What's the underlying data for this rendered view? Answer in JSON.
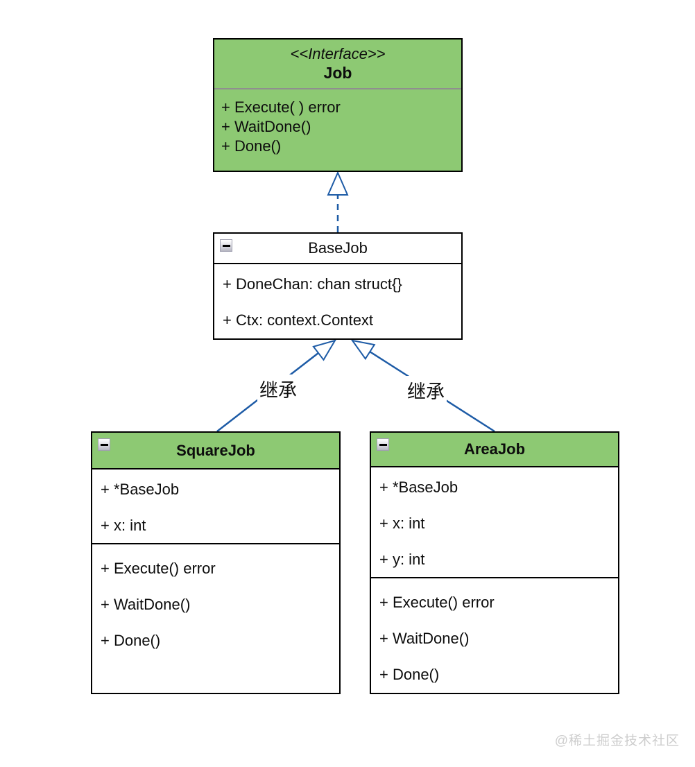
{
  "watermark": "@稀土掘金技术社区",
  "colors": {
    "class_fill_green": "#8dc973",
    "edge_blue": "#1d5ba6",
    "border_black": "#000000",
    "job_separator_gray": "#8f8f8f",
    "watermark_gray": "#cdcdcd"
  },
  "classes": {
    "job": {
      "stereotype": "<<Interface>>",
      "name": "Job",
      "methods": [
        "+ Execute( ) error",
        "+ WaitDone()",
        "+ Done()"
      ]
    },
    "basejob": {
      "name": "BaseJob",
      "fields": [
        "+ DoneChan: chan struct{}",
        "+ Ctx: context.Context"
      ]
    },
    "squarejob": {
      "name": "SquareJob",
      "fields": [
        "+ *BaseJob",
        "+ x: int"
      ],
      "methods": [
        "+ Execute() error",
        "+ WaitDone()",
        "+ Done()"
      ]
    },
    "areajob": {
      "name": "AreaJob",
      "fields": [
        "+ *BaseJob",
        "+ x: int",
        "+ y: int"
      ],
      "methods": [
        "+ Execute() error",
        "+ WaitDone()",
        "+ Done()"
      ]
    }
  },
  "edges": {
    "job_basejob": {
      "type": "realization",
      "label": ""
    },
    "basejob_squarejob": {
      "type": "inheritance",
      "label": "继承"
    },
    "basejob_areajob": {
      "type": "inheritance",
      "label": "继承"
    }
  }
}
